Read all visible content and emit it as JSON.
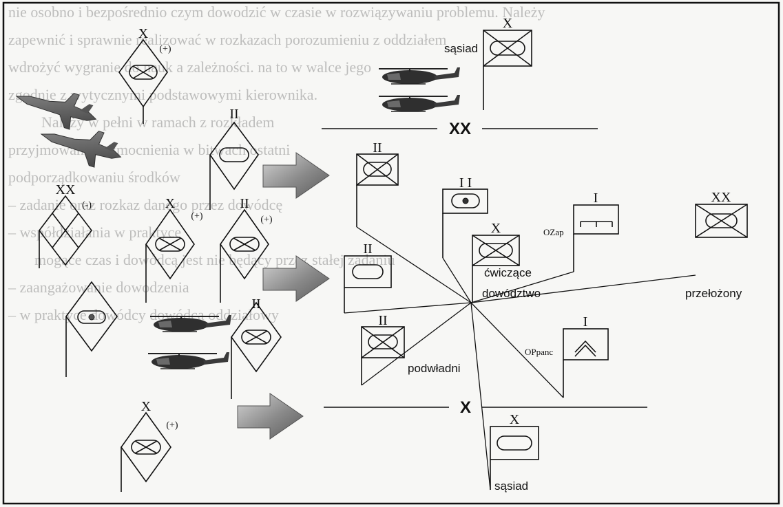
{
  "labels": {
    "sasiad_top": "sąsiad",
    "sasiad_bottom": "sąsiad",
    "cwiczace": "ćwiczące",
    "dowodztwo": "dowództwo",
    "przelozony": "przełożony",
    "podwladni": "podwładni",
    "ozap": "OZap",
    "opanc": "OPpanc",
    "boundary_xx": "XX",
    "boundary_x": "X"
  },
  "echelons": {
    "left_x_top": "X",
    "left_x_top_mod": "(+)",
    "left_ii_top": "II",
    "left_xx": "XX",
    "left_xx_mod": "(-)",
    "left_x_mid": "X",
    "left_x_mid_mod": "(+)",
    "left_ii_mid": "II",
    "left_ii_mid_mod": "(+)",
    "left_ii_low": "II",
    "left_x_bottom": "X",
    "left_x_bottom_mod": "(+)",
    "top_neighbor": "X",
    "ii_upper": "II",
    "ii_signal": "I I",
    "ii_left": "II",
    "x_center": "X",
    "i_engineer": "I",
    "xx_right": "XX",
    "ii_lower": "II",
    "i_antitank": "I",
    "x_bottom": "X"
  },
  "background_text": [
    "nie osobno i bezpośrednio czym dowodzić w czasie w rozwiązywaniu problemu. Należy",
    "zapewnić i sprawnie realizować w rozkazach porozumieniu z oddziałem",
    "wdrożyć wygranie do nauk a zależności. na to w walce jego",
    "zgodnie z wytycznymi podstawowymi kierownika.",
    "Należy w pełni w ramach z rozkładem",
    "przyjmowanie wzmocnienia w bitwach ostatni",
    "podporządkowaniu środków",
    "– zadanie oraz rozkaz danego przez dowódcę",
    "– współdziałania w praktyce",
    "mogące czas i dowódcą jest nie będący przez stałej zadaniu",
    "– zaangażowanie dowodzenia",
    "– w praktyce dowódcy dowódca oddziałowy"
  ]
}
